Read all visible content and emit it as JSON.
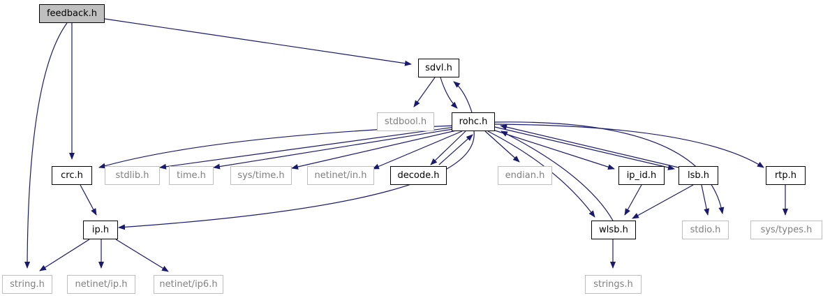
{
  "colors": {
    "edge": "#191970",
    "internal_border": "#000000",
    "external_border": "#bfbfbf",
    "external_text": "#808080",
    "current_fill": "#bfbfbf"
  },
  "nodes": {
    "feedback": "feedback.h",
    "sdvl": "sdvl.h",
    "stdbool": "stdbool.h",
    "rohc": "rohc.h",
    "crc": "crc.h",
    "stdlib": "stdlib.h",
    "time": "time.h",
    "sys_time": "sys/time.h",
    "netinet_in": "netinet/in.h",
    "decode": "decode.h",
    "endian": "endian.h",
    "ip_id": "ip_id.h",
    "lsb": "lsb.h",
    "rtp": "rtp.h",
    "ip": "ip.h",
    "wlsb": "wlsb.h",
    "stdio": "stdio.h",
    "sys_types": "sys/types.h",
    "string": "string.h",
    "netinet_ip": "netinet/ip.h",
    "netinet_ip6": "netinet/ip6.h",
    "strings": "strings.h"
  },
  "edges": [
    [
      "feedback",
      "sdvl"
    ],
    [
      "feedback",
      "crc"
    ],
    [
      "feedback",
      "string"
    ],
    [
      "sdvl",
      "stdbool"
    ],
    [
      "sdvl",
      "rohc"
    ],
    [
      "rohc",
      "sdvl"
    ],
    [
      "rohc",
      "crc"
    ],
    [
      "rohc",
      "stdlib"
    ],
    [
      "rohc",
      "time"
    ],
    [
      "rohc",
      "sys_time"
    ],
    [
      "rohc",
      "netinet_in"
    ],
    [
      "rohc",
      "decode"
    ],
    [
      "decode",
      "rohc"
    ],
    [
      "rohc",
      "endian"
    ],
    [
      "rohc",
      "ip_id"
    ],
    [
      "rohc",
      "lsb"
    ],
    [
      "lsb",
      "rohc"
    ],
    [
      "rohc",
      "rtp"
    ],
    [
      "rohc",
      "ip"
    ],
    [
      "rohc",
      "wlsb"
    ],
    [
      "wlsb",
      "rohc"
    ],
    [
      "rohc",
      "stdio"
    ],
    [
      "crc",
      "ip"
    ],
    [
      "ip",
      "string"
    ],
    [
      "ip",
      "netinet_ip"
    ],
    [
      "ip",
      "netinet_ip6"
    ],
    [
      "ip_id",
      "wlsb"
    ],
    [
      "lsb",
      "wlsb"
    ],
    [
      "lsb",
      "stdio"
    ],
    [
      "wlsb",
      "strings"
    ],
    [
      "rtp",
      "sys_types"
    ]
  ]
}
